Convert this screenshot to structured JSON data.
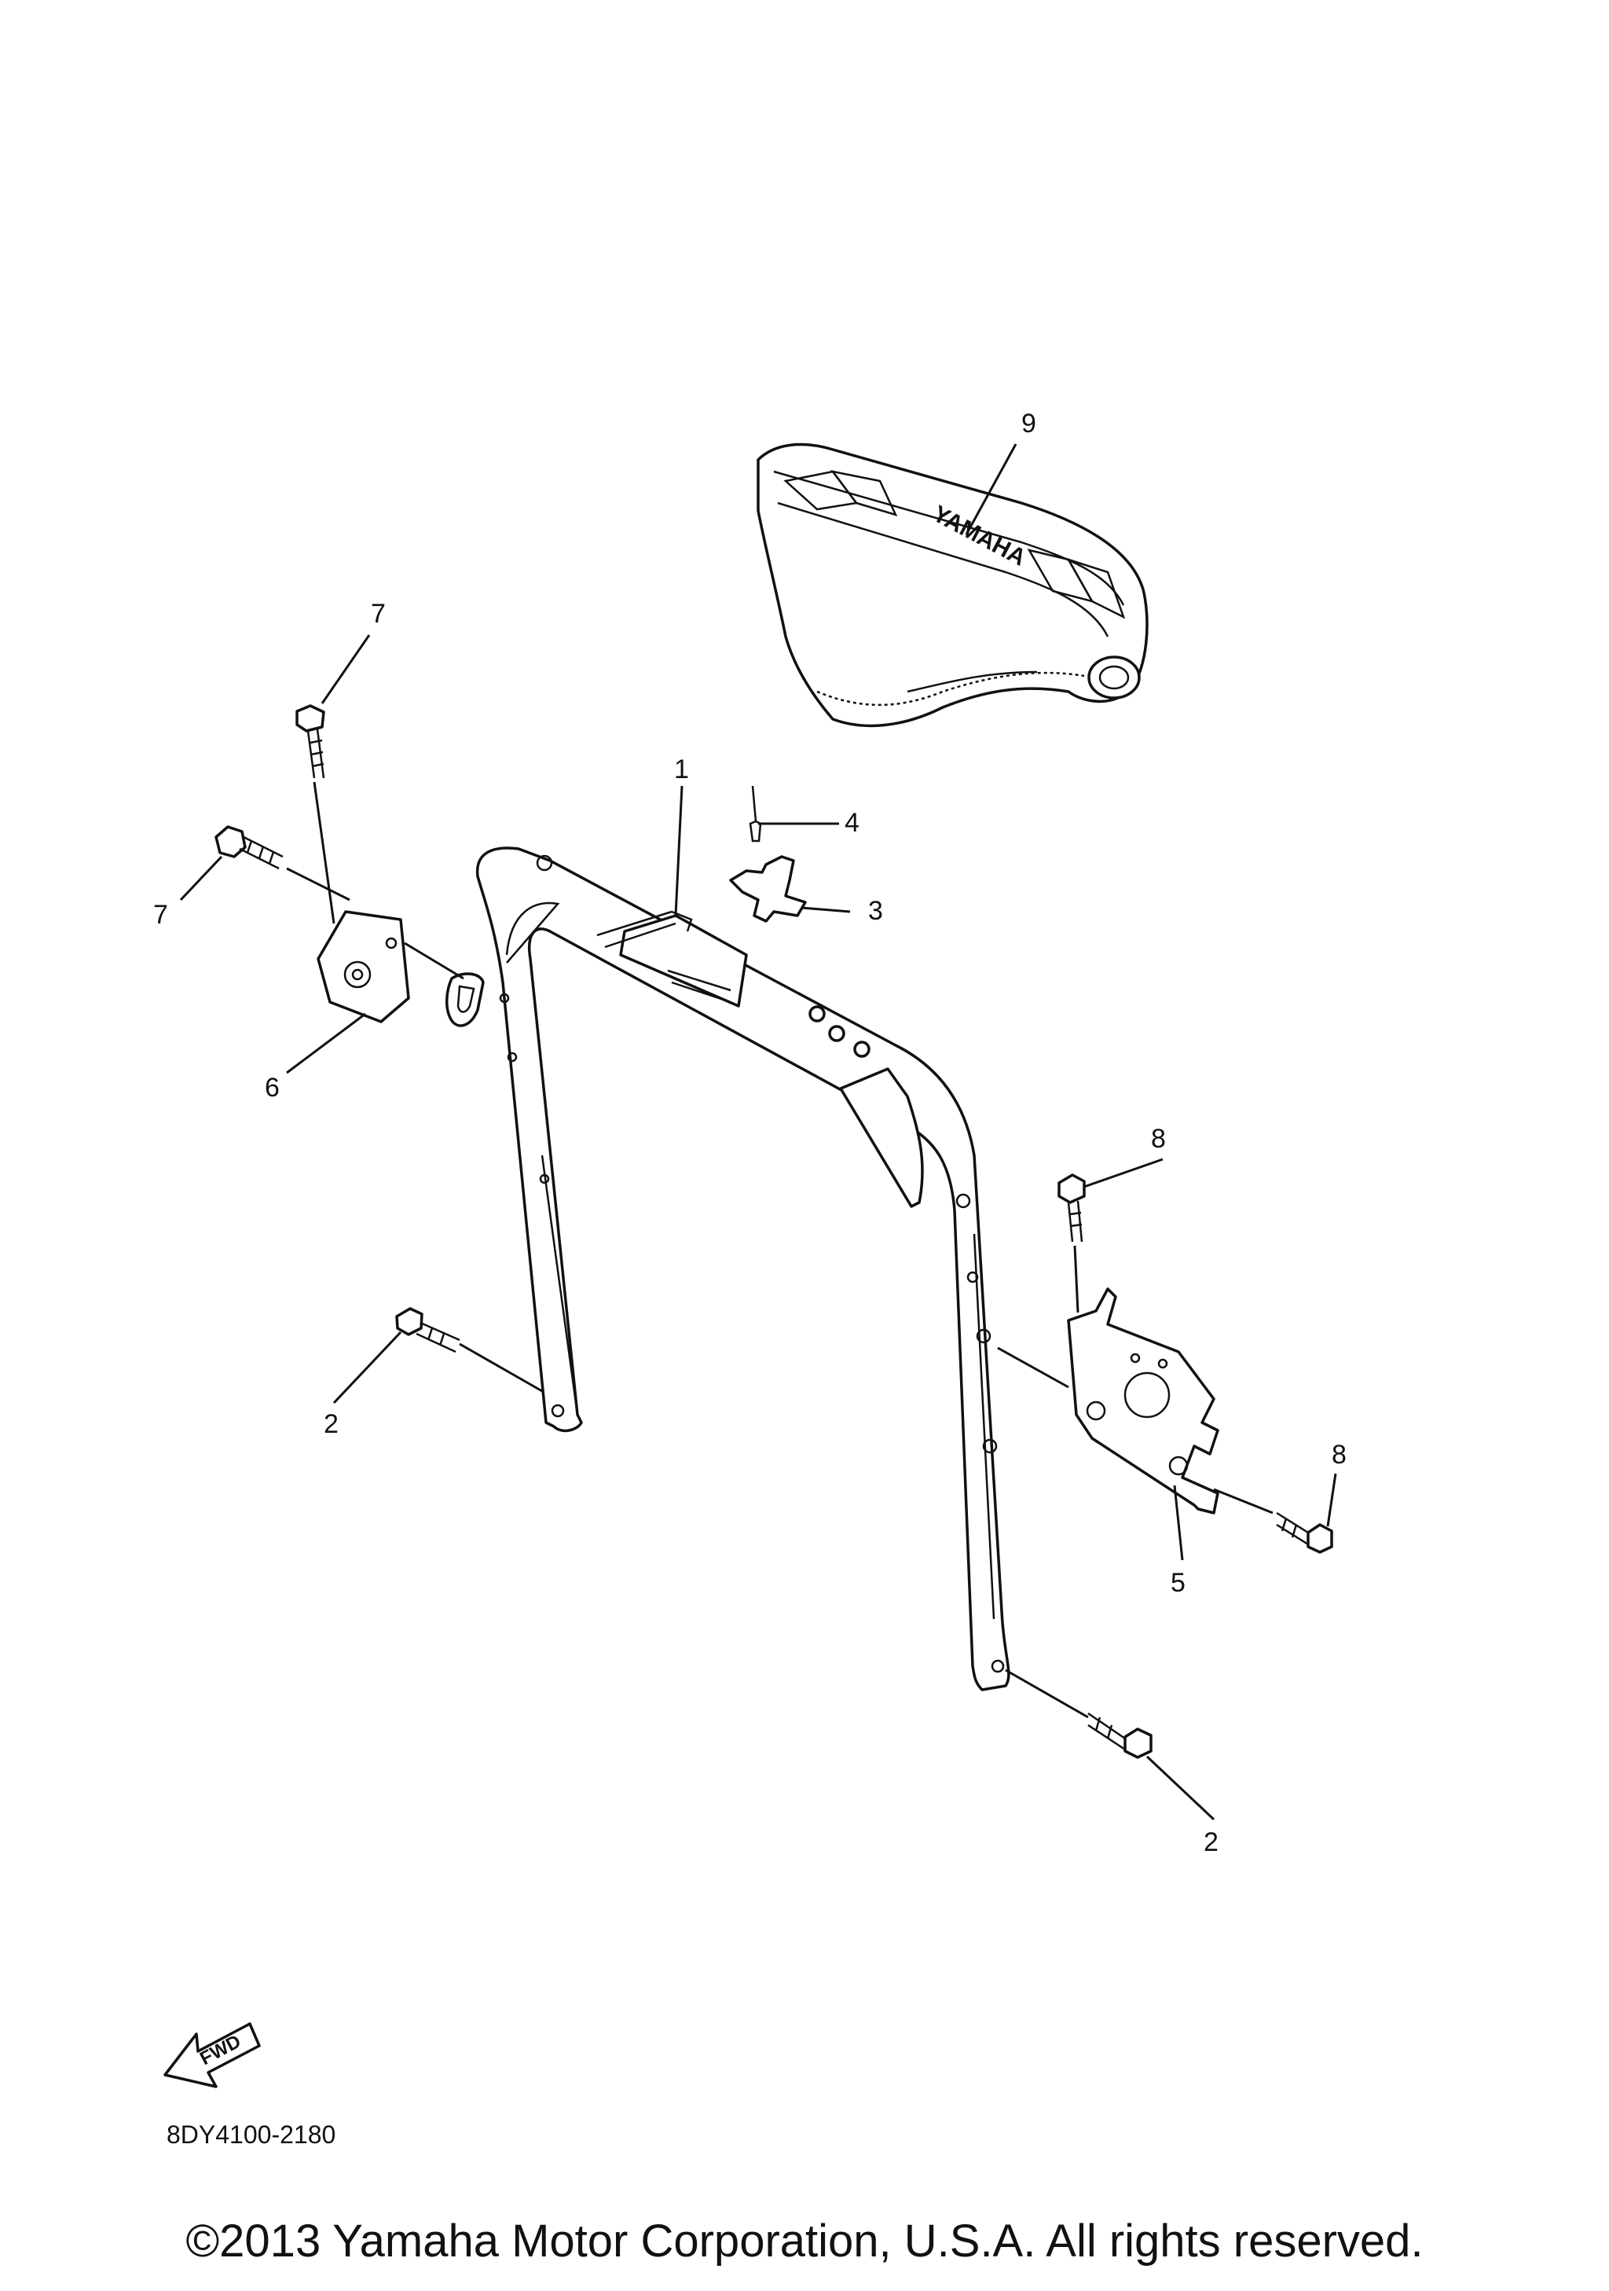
{
  "diagram": {
    "callouts": [
      {
        "id": "c9",
        "label": "9"
      },
      {
        "id": "c7a",
        "label": "7"
      },
      {
        "id": "c7b",
        "label": "7"
      },
      {
        "id": "c1",
        "label": "1"
      },
      {
        "id": "c4",
        "label": "4"
      },
      {
        "id": "c3",
        "label": "3"
      },
      {
        "id": "c6",
        "label": "6"
      },
      {
        "id": "c8a",
        "label": "8"
      },
      {
        "id": "c8b",
        "label": "8"
      },
      {
        "id": "c2a",
        "label": "2"
      },
      {
        "id": "c5",
        "label": "5"
      },
      {
        "id": "c2b",
        "label": "2"
      }
    ],
    "seat_text": "YAMAHA",
    "fwd_label": "FWD",
    "drawing_code": "8DY4100-2180"
  },
  "footer": {
    "copyright": "©2013 Yamaha Motor Corporation, U.S.A. All rights reserved."
  }
}
